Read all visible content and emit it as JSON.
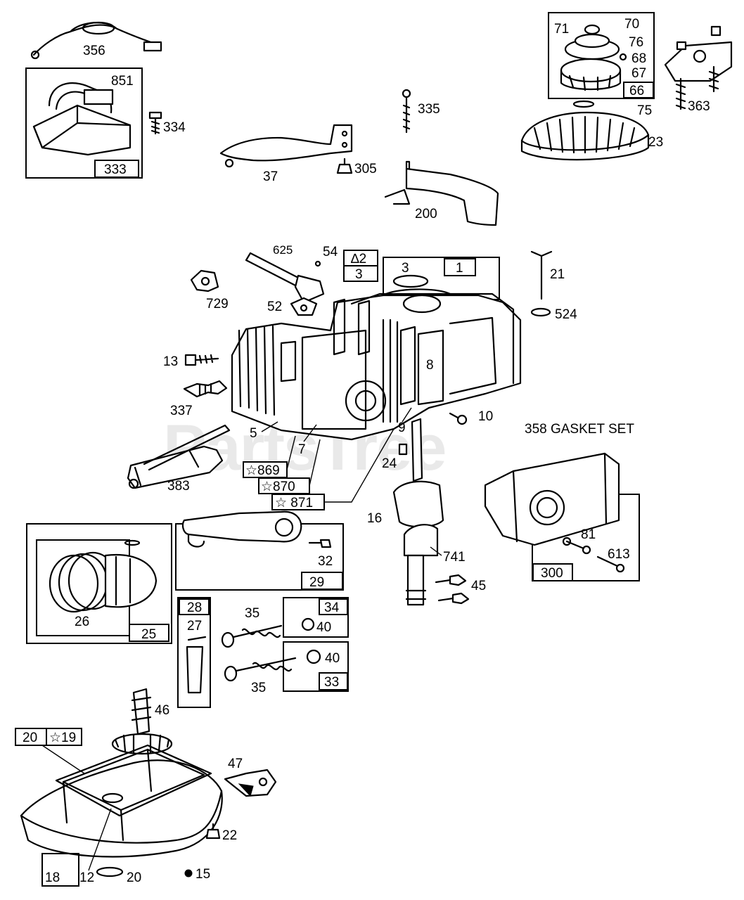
{
  "watermark": "PartsTree",
  "gasket_set_label": "358 GASKET SET",
  "labels": {
    "p356": "356",
    "p851": "851",
    "p334": "334",
    "p333": "333",
    "p335": "335",
    "p37": "37",
    "p305": "305",
    "p200": "200",
    "p71": "71",
    "p70": "70",
    "p76": "76",
    "p68": "68",
    "p67": "67",
    "p66": "66",
    "p75": "75",
    "p23": "23",
    "p363": "363",
    "p625": "625",
    "p54": "54",
    "p2": "∆2",
    "p3a": "3",
    "p3b": "3",
    "p1": "1",
    "p21": "21",
    "p524": "524",
    "p729": "729",
    "p52": "52",
    "p13": "13",
    "p8": "8",
    "p10": "10",
    "p337": "337",
    "p5": "5",
    "p7": "7",
    "p9": "9",
    "p24": "24",
    "p383": "383",
    "p869": "☆869",
    "p870": "☆870",
    "p871": "☆ 871",
    "p16": "16",
    "p741": "741",
    "p45": "45",
    "p81": "81",
    "p613": "613",
    "p300": "300",
    "p26": "26",
    "p25": "25",
    "p32": "32",
    "p29": "29",
    "p28": "28",
    "p27": "27",
    "p35a": "35",
    "p35b": "35",
    "p34": "34",
    "p40a": "40",
    "p40b": "40",
    "p33": "33",
    "p46": "46",
    "p20a": "20",
    "p19": "☆19",
    "p47": "47",
    "p22": "22",
    "p18": "18",
    "p12": "12",
    "p20b": "20",
    "p15": "15"
  }
}
